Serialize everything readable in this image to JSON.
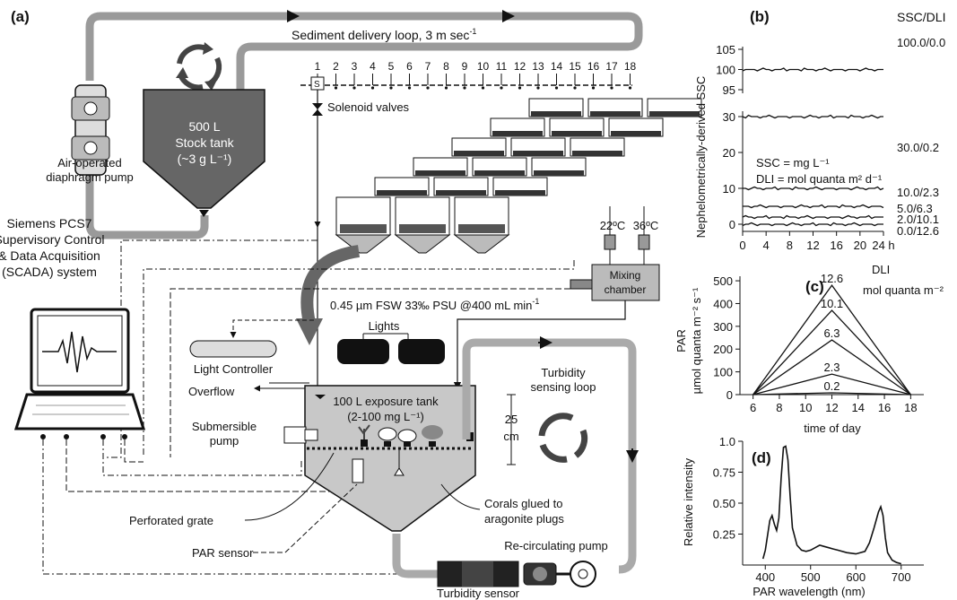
{
  "panel_labels": {
    "a": "(a)",
    "b": "(b)",
    "c": "(c)",
    "d": "(d)"
  },
  "diagram": {
    "loop_label": "Sediment delivery loop, 3 m sec",
    "loop_unit_sup": "-1",
    "stock_tank": [
      "500 L",
      "Stock tank",
      "(~3 g L⁻¹)"
    ],
    "pump_label": [
      "Air-operated",
      "diaphragm pump"
    ],
    "valve_numbers": [
      "1",
      "2",
      "3",
      "4",
      "5",
      "6",
      "7",
      "8",
      "9",
      "10",
      "11",
      "12",
      "13",
      "14",
      "15",
      "16",
      "17",
      "18"
    ],
    "solenoid_label": "Solenoid valves",
    "scada_label": [
      "Siemens PCS7",
      "Supervisory Control",
      "& Data Acquisition",
      "(SCADA) system"
    ],
    "temp_cold": "22ºC",
    "temp_hot": "36ºC",
    "mixing_chamber": [
      "Mixing",
      "chamber"
    ],
    "fsw_label": "0.45 µm FSW 33‰ PSU @400 mL min",
    "fsw_unit_sup": "-1",
    "lights_label": "Lights",
    "light_controller": "Light Controller",
    "overflow_label": "Overflow",
    "exposure_tank": [
      "100 L exposure tank",
      "(2-100 mg L⁻¹)"
    ],
    "depth_label": [
      "25",
      "cm"
    ],
    "turbidity_loop": [
      "Turbidity",
      "sensing loop"
    ],
    "submersible_pump": [
      "Submersible",
      "pump"
    ],
    "corals_label": [
      "Corals glued to",
      "aragonite plugs"
    ],
    "perforated_grate": "Perforated grate",
    "par_sensor": "PAR sensor",
    "recirculating_pump": "Re-circulating pump",
    "turbidity_sensor": "Turbidity sensor"
  },
  "chart_data": [
    {
      "panel": "b",
      "type": "line",
      "ylabel": "Nephelometrically-derived SSC",
      "xlabel": "",
      "x_ticks": [
        "0",
        "4",
        "8",
        "12",
        "16",
        "20",
        "24 h"
      ],
      "xlim": [
        0,
        24
      ],
      "y_ticks_top": [
        "95",
        "100",
        "105"
      ],
      "y_ticks_bottom": [
        "0",
        "10",
        "20",
        "30"
      ],
      "legend_title": "SSC/DLI",
      "notes": [
        "SSC = mg L⁻¹",
        "DLI = mol quanta m² d⁻¹"
      ],
      "series": [
        {
          "name": "100.0/0.0",
          "value": 100
        },
        {
          "name": "30.0/0.2",
          "value": 30
        },
        {
          "name": "10.0/2.3",
          "value": 10
        },
        {
          "name": "5.0/6.3",
          "value": 5
        },
        {
          "name": "2.0/10.1",
          "value": 2
        },
        {
          "name": "0.0/12.6",
          "value": 0
        }
      ]
    },
    {
      "panel": "c",
      "type": "line",
      "ylabel": "PAR",
      "ylabel2": "µmol quanta m⁻² s⁻¹",
      "xlabel": "time of day",
      "x_ticks": [
        "6",
        "8",
        "10",
        "12",
        "14",
        "16",
        "18"
      ],
      "xlim": [
        5,
        19
      ],
      "y_ticks": [
        "0",
        "100",
        "200",
        "300",
        "400",
        "500"
      ],
      "ylim": [
        0,
        520
      ],
      "legend_title": [
        "DLI",
        "mol quanta m⁻²"
      ],
      "series": [
        {
          "name": "12.6",
          "peak": 480
        },
        {
          "name": "10.1",
          "peak": 370
        },
        {
          "name": "6.3",
          "peak": 240
        },
        {
          "name": "2.3",
          "peak": 90
        },
        {
          "name": "0.2",
          "peak": 8
        }
      ]
    },
    {
      "panel": "d",
      "type": "line",
      "ylabel": "Relative intensity",
      "xlabel": "PAR wavelength (nm)",
      "x_ticks": [
        "400",
        "500",
        "600",
        "700"
      ],
      "xlim": [
        350,
        750
      ],
      "y_ticks": [
        "0.25",
        "0.50",
        "0.75",
        "1.0"
      ],
      "ylim": [
        0,
        1.0
      ],
      "x": [
        395,
        400,
        410,
        415,
        420,
        425,
        430,
        435,
        440,
        445,
        450,
        455,
        460,
        470,
        480,
        490,
        500,
        510,
        520,
        530,
        540,
        550,
        560,
        580,
        600,
        620,
        630,
        640,
        650,
        655,
        660,
        665,
        670,
        680,
        690,
        700
      ],
      "y": [
        0.05,
        0.12,
        0.36,
        0.4,
        0.33,
        0.28,
        0.38,
        0.7,
        0.95,
        0.96,
        0.85,
        0.55,
        0.3,
        0.16,
        0.12,
        0.11,
        0.12,
        0.14,
        0.16,
        0.15,
        0.14,
        0.13,
        0.12,
        0.1,
        0.09,
        0.11,
        0.18,
        0.3,
        0.43,
        0.47,
        0.4,
        0.22,
        0.1,
        0.04,
        0.02,
        0.01
      ]
    }
  ]
}
